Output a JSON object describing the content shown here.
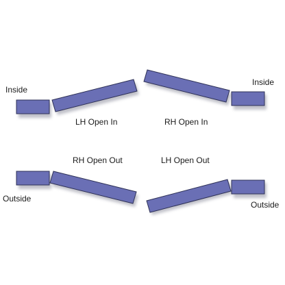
{
  "colors": {
    "panel_fill": "#6a6fb5",
    "panel_stroke": "#2e3156",
    "shadow": "#b9bac3",
    "background": "#ffffff"
  },
  "diagrams": [
    {
      "label": "LH Open In",
      "side_label": "Inside",
      "position": "top-left"
    },
    {
      "label": "RH Open In",
      "side_label": "Inside",
      "position": "top-right"
    },
    {
      "label": "RH Open Out",
      "side_label": "Outside",
      "position": "bottom-left"
    },
    {
      "label": "LH Open Out",
      "side_label": "Outside",
      "position": "bottom-right"
    }
  ]
}
